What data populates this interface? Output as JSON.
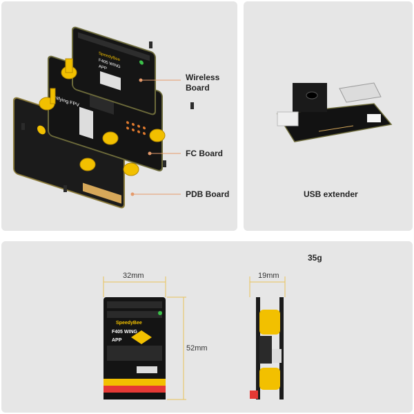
{
  "top_left": {
    "labels": {
      "wireless_board": "Wireless\nBoard",
      "fc_board": "FC Board",
      "pdb_board": "PDB Board"
    },
    "board_silkscreen": {
      "brand": "SpeedyBee",
      "model": "F405 WING",
      "app": "APP",
      "tagline": "Unifying FPV"
    }
  },
  "top_right": {
    "label": "USB extender"
  },
  "bottom": {
    "weight": "35g",
    "width": "32mm",
    "height": "52mm",
    "depth": "19mm",
    "board_silkscreen": {
      "brand": "SpeedyBee",
      "model": "F405 WING",
      "app": "APP"
    }
  },
  "colors": {
    "panel_bg": "#e6e6e6",
    "dimension_line": "#e8c35a",
    "callout_line": "#e59a6b",
    "pcb_black": "#141414",
    "standoff_yellow": "#f2c000"
  }
}
